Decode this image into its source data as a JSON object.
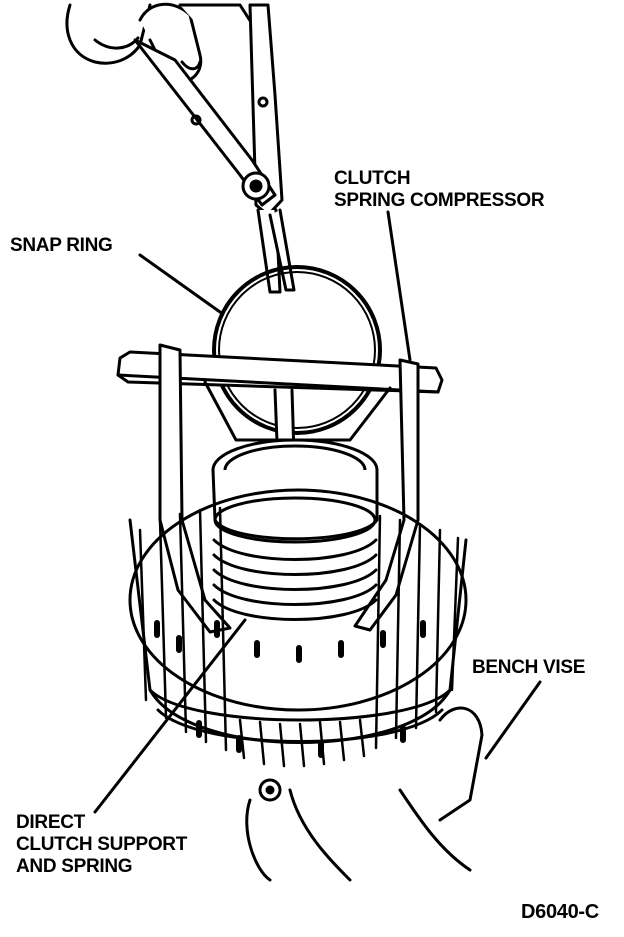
{
  "labels": {
    "clutch_spring_compressor": {
      "line1": "CLUTCH",
      "line2": "SPRING COMPRESSOR"
    },
    "snap_ring": "SNAP RING",
    "bench_vise": "BENCH VISE",
    "direct_clutch_support": {
      "line1": "DIRECT",
      "line2": "CLUTCH SUPPORT",
      "line3": "AND SPRING"
    },
    "figure_id": "D6040-C"
  },
  "colors": {
    "ink": "#000000",
    "paper": "#ffffff"
  }
}
